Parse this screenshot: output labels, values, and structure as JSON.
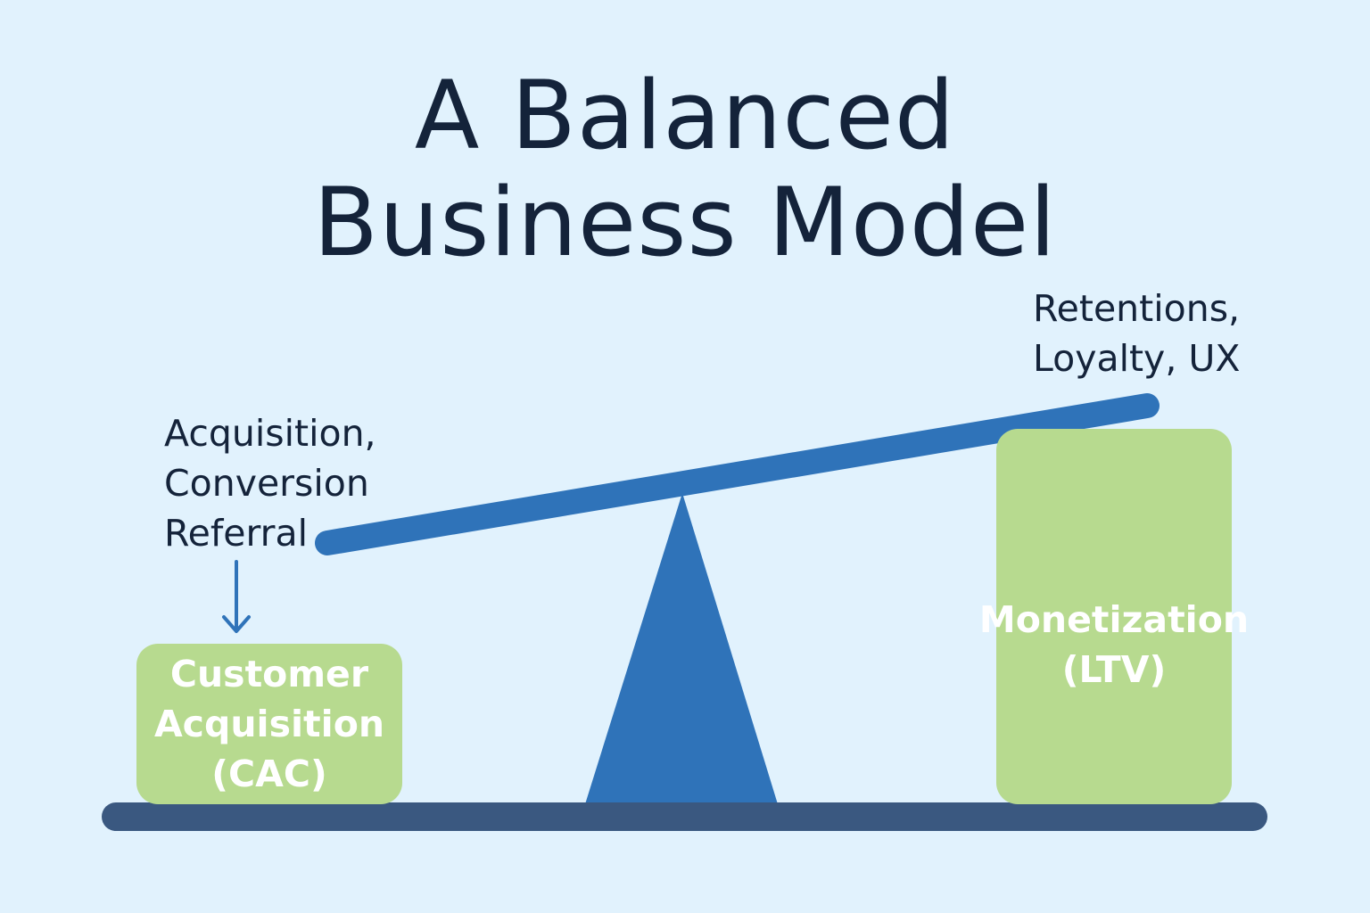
{
  "title": {
    "line1": "A Balanced",
    "line2": "Business Model"
  },
  "left_label": {
    "line1": "Acquisition,",
    "line2": "Conversion",
    "line3": "Referral"
  },
  "right_label": {
    "line1": "Retentions,",
    "line2": "Loyalty, UX"
  },
  "left_box": {
    "line1": "Customer",
    "line2": "Acquisition",
    "line3": "(CAC)"
  },
  "right_box": {
    "line1": "Monetization",
    "line2": "(LTV)"
  },
  "colors": {
    "background": "#e1f2fd",
    "text": "#14233a",
    "beam": "#2f73b9",
    "fulcrum": "#2f73b9",
    "base": "#3a5880",
    "box_fill": "#b7da8f",
    "box_text": "#ffffff",
    "arrow": "#2f73b9"
  },
  "icons": {
    "down_arrow": "arrow-down-icon"
  }
}
